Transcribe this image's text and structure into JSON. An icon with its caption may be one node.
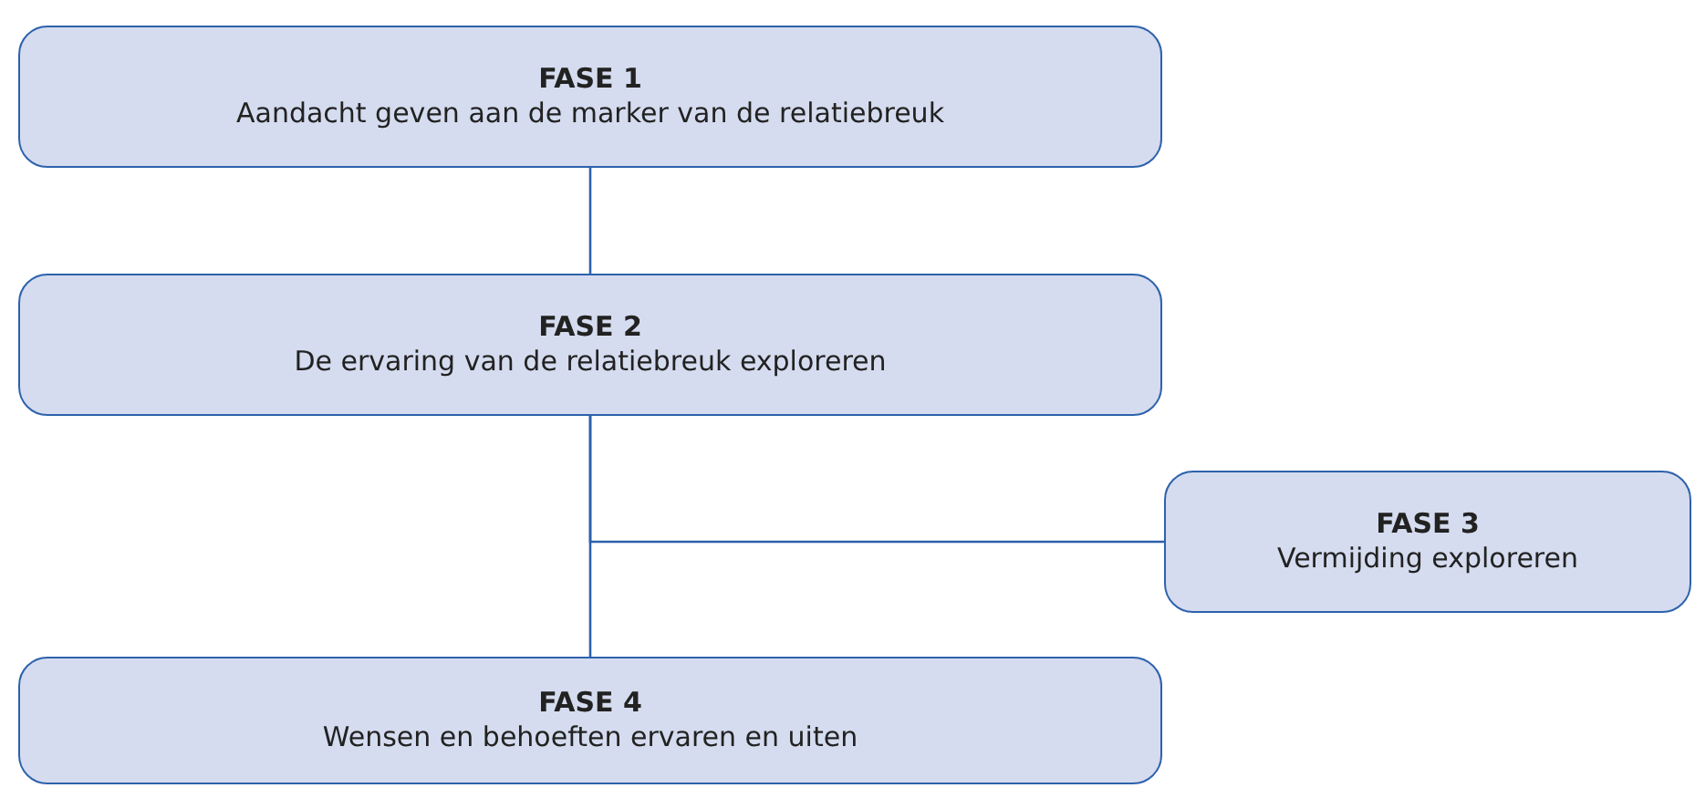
{
  "diagram": {
    "nodes": [
      {
        "text": [
          "FASE 1",
          "Aandacht geven aan de marker van de relatiebreuk"
        ]
      },
      {
        "text": [
          "FASE 2",
          "De ervaring van de relatiebreuk exploreren"
        ]
      },
      {
        "text": [
          "FASE 3",
          "Vermijding exploreren"
        ]
      },
      {
        "text": [
          "FASE 4",
          "Wensen en behoeften ervaren en uiten"
        ]
      }
    ],
    "edges": [
      {
        "from": 0,
        "to": 1,
        "arrow": "none"
      },
      {
        "from": 1,
        "to": 3,
        "arrow": "none"
      },
      {
        "from": 1,
        "to": 2,
        "arrow": "none"
      }
    ]
  }
}
